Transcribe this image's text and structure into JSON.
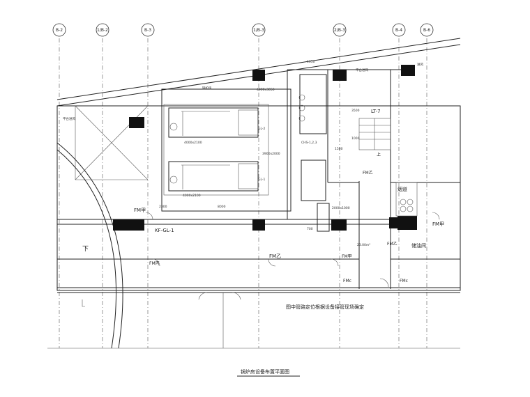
{
  "grid_axes": [
    "B-2",
    "1/B-2",
    "B-3",
    "1/B-3",
    "2/B-3",
    "B-4",
    "B-6"
  ],
  "labels": {
    "title": "锅炉房设备布置平面图",
    "note": "图中管路定位根据设备接管现场确定",
    "stair": "LT-7",
    "stair_up": "上",
    "yanqi": "烟道",
    "oil_room": "储油间",
    "down": "下",
    "kf_gl": "KF-GL-1",
    "fmjia_left": "FM甲",
    "fmjia_right": "FM甲",
    "fmyi_mid": "FM乙",
    "fmyi_center": "FM乙",
    "fmyi_right": "FM乙",
    "fmjia_bottom": "FM甲",
    "fmc_a": "FMc",
    "fmc_b": "FMc",
    "fmbing_left": "FM丙",
    "area": "23.00m²",
    "gl2": "GL-2",
    "gl1": "GL-1",
    "chs": "CHS-1,2,3",
    "boiler_room": "锅炉房",
    "dim_2300": "2300",
    "dim_8000": "8000",
    "dim_3500": "3500",
    "dim_1500": "1500",
    "dim_1000": "1000",
    "dim_700": "700",
    "dim_1050": "1050",
    "dim_3900": "3900x2000",
    "dim_4000a": "4000x2100",
    "dim_4000b": "4000x2100",
    "dim_2000": "2000x1000",
    "dim_4900": "4900x3050",
    "side_a": "平台进风",
    "side_b": "进风",
    "side_c": "平台进风"
  }
}
